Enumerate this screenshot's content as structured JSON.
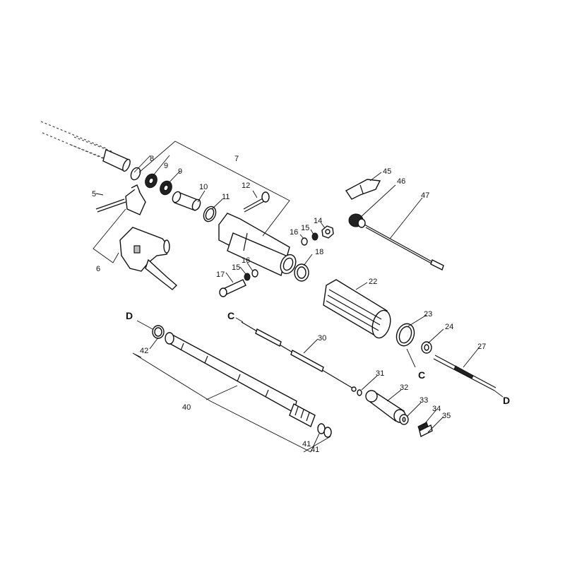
{
  "diagram": {
    "part_numbers": {
      "p5": "5",
      "p6": "6",
      "p7": "7",
      "p8": "8",
      "p9a": "9",
      "p9b": "9",
      "p10": "10",
      "p11": "11",
      "p12": "12",
      "p14": "14",
      "p15a": "15",
      "p15b": "15",
      "p16a": "16",
      "p16b": "16",
      "p17": "17",
      "p18": "18",
      "p22": "22",
      "p23": "23",
      "p24": "24",
      "p27": "27",
      "p30": "30",
      "p31": "31",
      "p32": "32",
      "p33": "33",
      "p34": "34",
      "p35": "35",
      "p40": "40",
      "p41a": "41",
      "p41b": "41",
      "p42": "42",
      "p45": "45",
      "p46": "46",
      "p47": "47"
    },
    "connectors": {
      "c_top": "C",
      "c_bottom": "C",
      "d_left": "D",
      "d_right": "D"
    }
  }
}
